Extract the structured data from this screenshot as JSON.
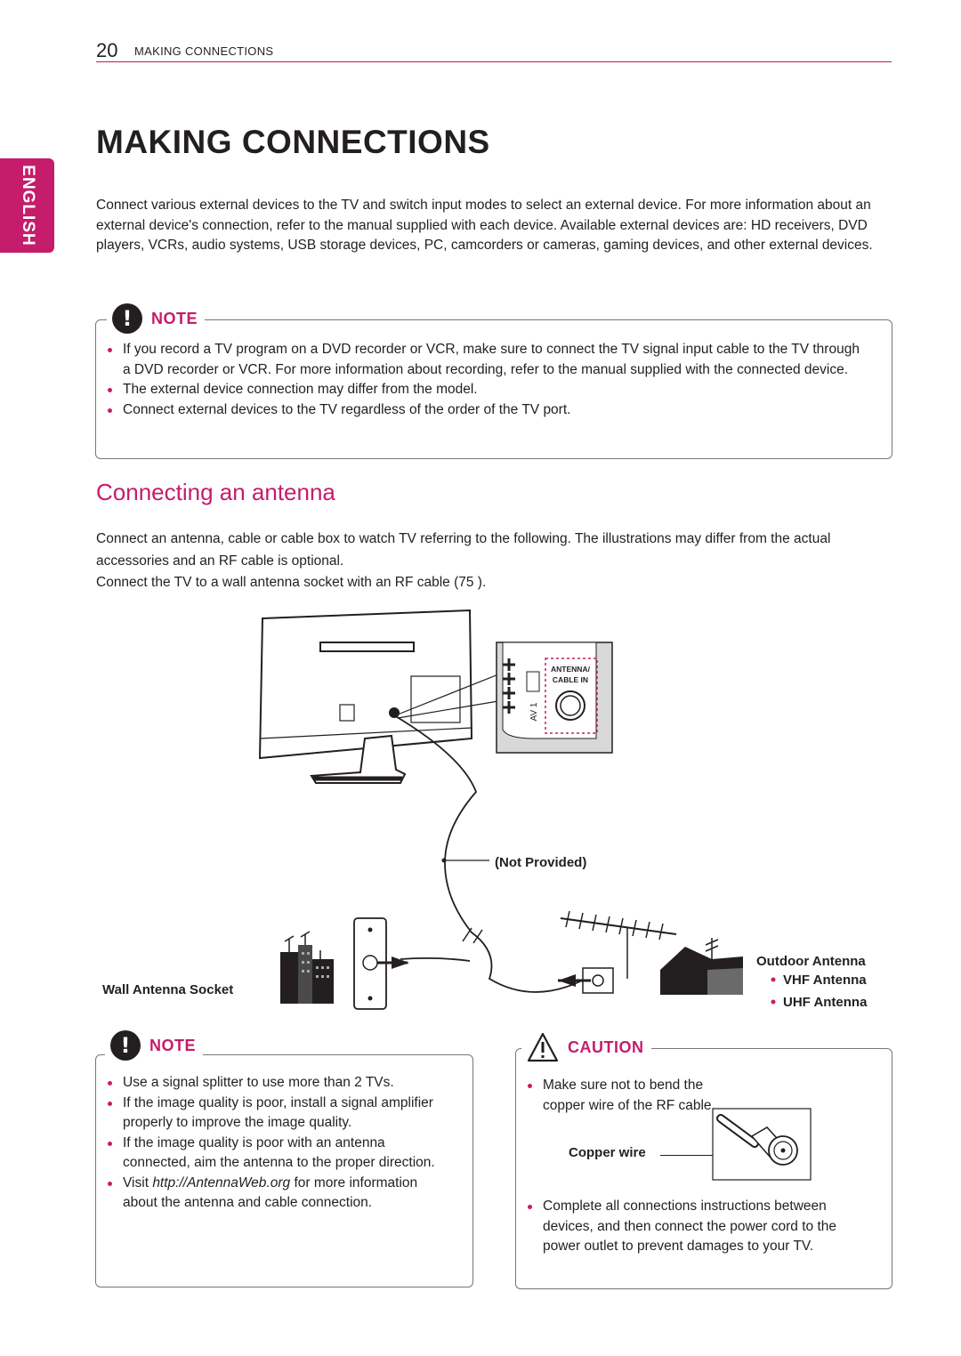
{
  "header": {
    "page_number": "20",
    "section": "MAKING CONNECTIONS"
  },
  "side_tab": {
    "label": "ENGLISH"
  },
  "title": "MAKING CONNECTIONS",
  "intro": "Connect various external devices to the TV and switch input modes to select an external device. For more information about an external device's connection, refer to the manual supplied with each device. Available external devices are: HD receivers, DVD players, VCRs, audio systems, USB storage devices, PC, camcorders or cameras, gaming devices, and other external devices.",
  "note1": {
    "label": "NOTE",
    "items": [
      "If you record a TV program on a DVD recorder or VCR, make sure to connect the TV signal input cable to the TV through a DVD recorder or VCR. For more information about recording, refer to the manual supplied with the connected device.",
      "The external device connection may differ from the model.",
      "Connect external devices to the TV regardless of the order of the TV port."
    ]
  },
  "section": {
    "title": "Connecting an antenna",
    "para1": "Connect an antenna, cable or cable box to watch TV referring to the following. The illustrations may differ from the actual accessories and an RF cable is optional.",
    "para2": "Connect the TV to a wall antenna socket with an RF cable (75 )."
  },
  "diagram": {
    "port_label_line1": "ANTENNA/",
    "port_label_line2": "CABLE IN",
    "av_label": "AV 1",
    "not_provided": "(Not Provided)",
    "wall_socket": "Wall Antenna Socket",
    "outdoor_antenna": "Outdoor Antenna",
    "vhf": "VHF Antenna",
    "uhf": "UHF Antenna"
  },
  "note2": {
    "label": "NOTE",
    "items": [
      "Use a signal splitter to use more than 2 TVs.",
      "If the image quality is poor, install a signal amplifier properly to improve the image quality.",
      "If the image quality is poor with an antenna connected, aim the antenna to the proper direction."
    ],
    "visit_prefix": "Visit ",
    "visit_link": "http://AntennaWeb.org",
    "visit_suffix": " for more information about the antenna and cable connection."
  },
  "caution": {
    "label": "CAUTION",
    "item1": "Make sure not to bend the copper wire of the RF cable.",
    "copper_wire": "Copper wire",
    "item2": "Complete all connections instructions between devices, and then connect the power cord to the power outlet to prevent damages to your TV."
  },
  "colors": {
    "accent": "#c51c6b",
    "text": "#231f20"
  }
}
